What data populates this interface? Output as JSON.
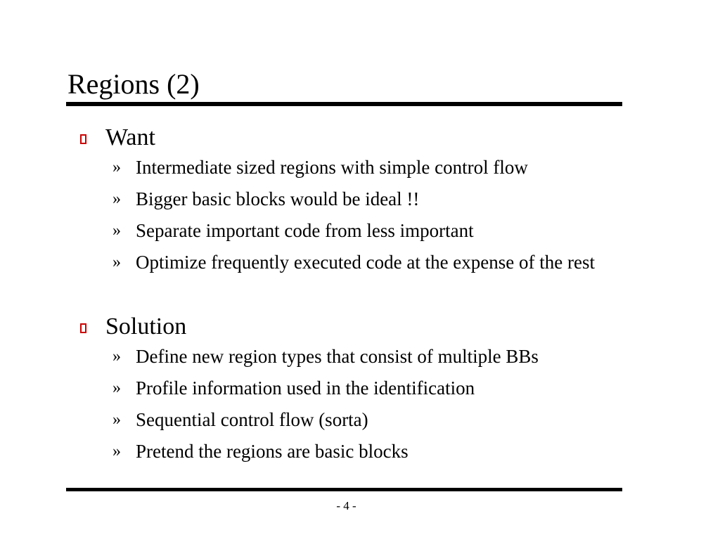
{
  "slide": {
    "title": "Regions (2)",
    "page_number": "- 4 -",
    "bullet_color": "#cc0000",
    "sections": [
      {
        "heading": "Want",
        "marker": "»",
        "items": [
          "Intermediate sized regions with simple control flow",
          "Bigger basic blocks would be ideal !!",
          "Separate important code from less important",
          "Optimize frequently executed code at the expense of the rest"
        ]
      },
      {
        "heading": "Solution",
        "marker": "»",
        "items": [
          "Define new region types that consist of multiple BBs",
          "Profile information used in the identification",
          "Sequential control flow (sorta)",
          "Pretend the regions are basic blocks"
        ]
      }
    ]
  }
}
